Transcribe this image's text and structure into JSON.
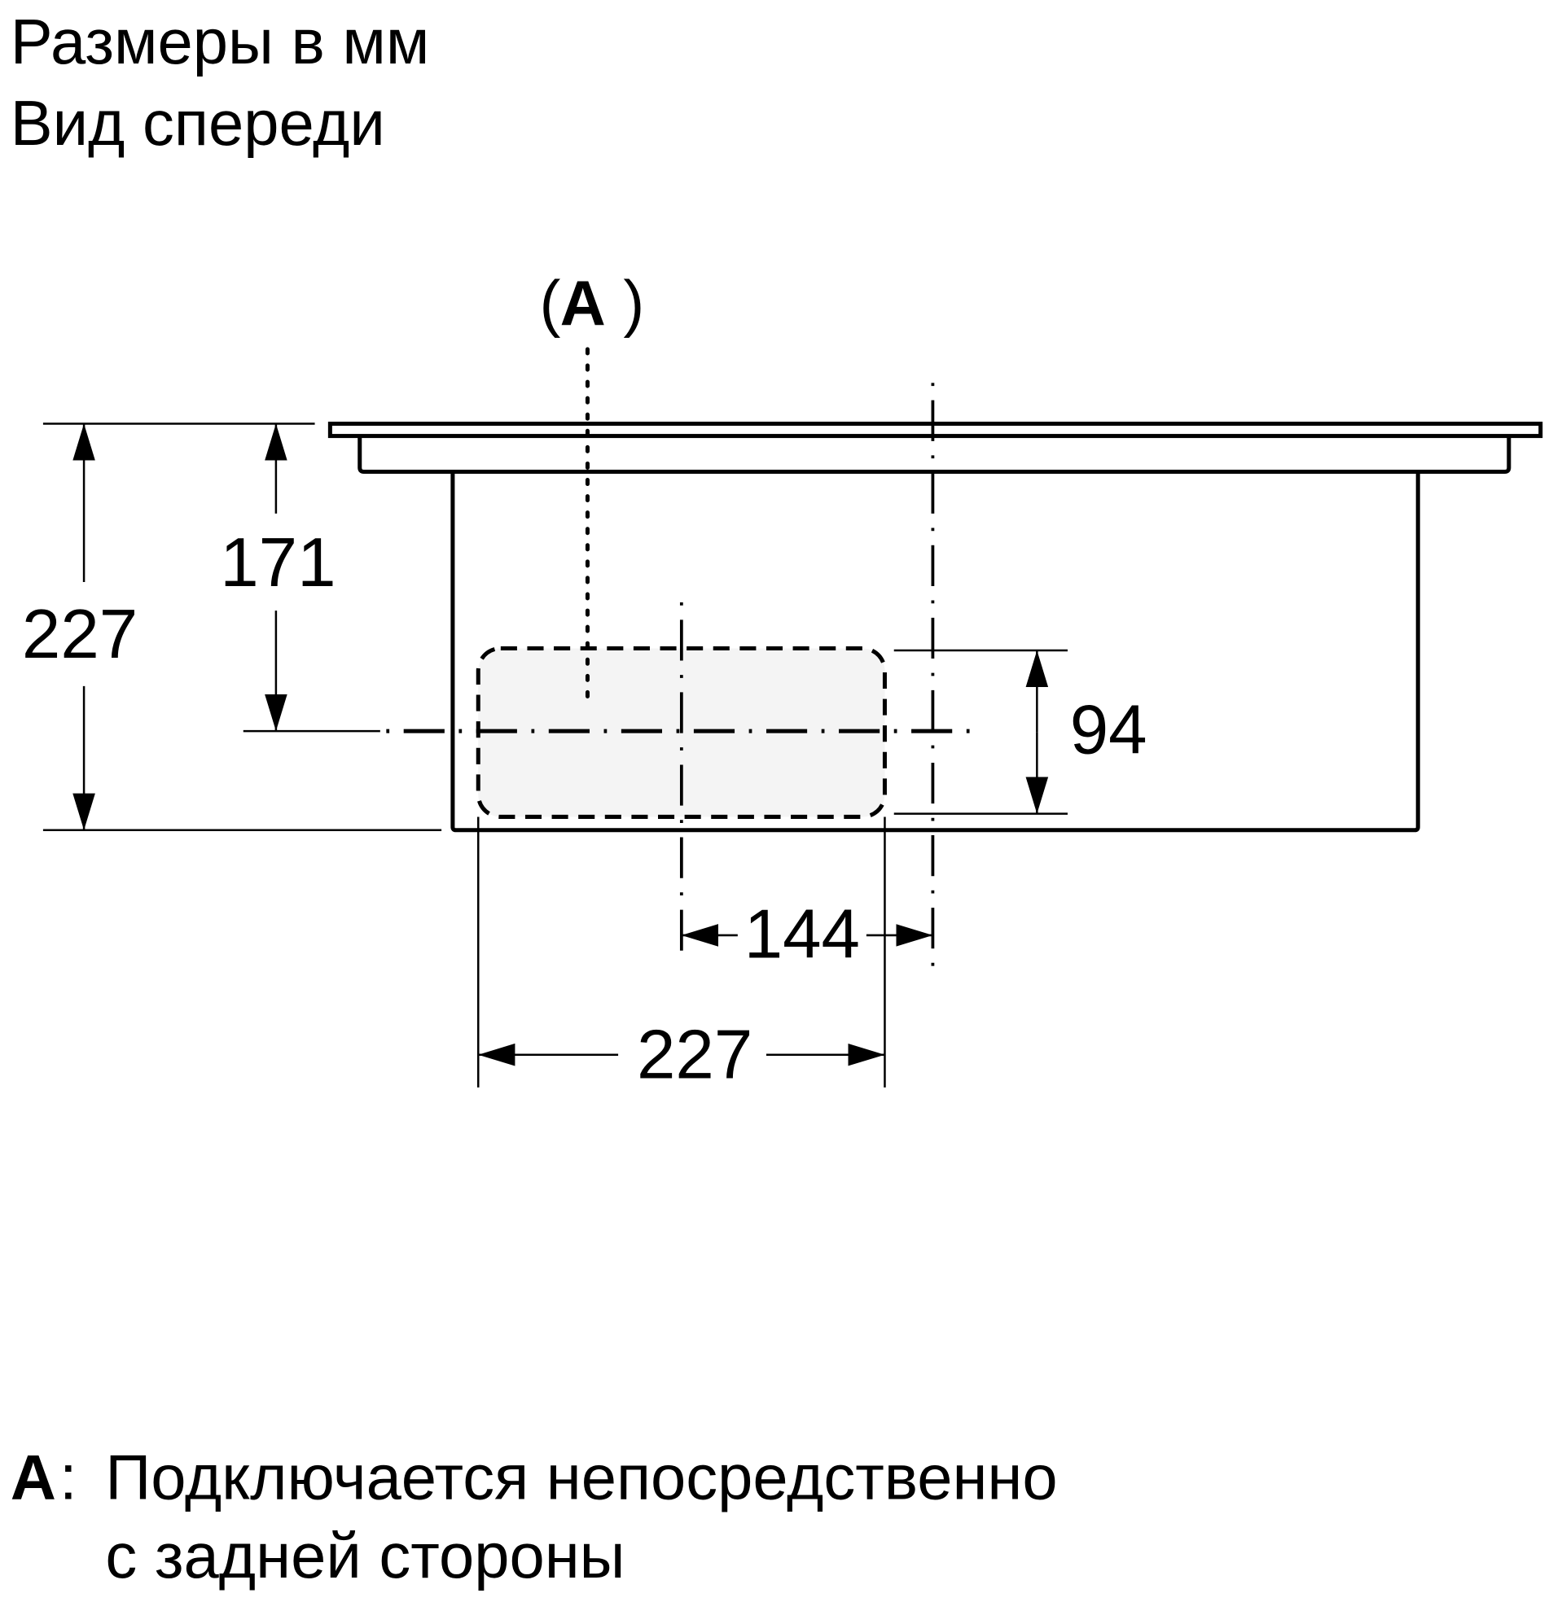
{
  "header": {
    "line1": "Размеры в мм",
    "line2": "Вид спереди"
  },
  "drawing": {
    "callout_open": "(",
    "callout_letter": "A",
    "callout_close": ")",
    "dimensions": {
      "total_height": "227",
      "center_height": "171",
      "opening_height": "94",
      "offset_width": "144",
      "opening_width": "227"
    },
    "opening_fill": "#f4f4f4"
  },
  "legend": {
    "key": "A",
    "separator": ":",
    "line1": "Подключается непосредственно",
    "line2": "с задней стороны"
  }
}
